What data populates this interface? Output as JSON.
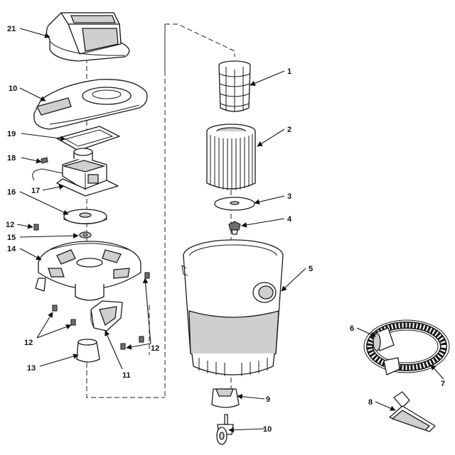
{
  "callouts": {
    "c1": "1",
    "c2": "2",
    "c3": "3",
    "c4": "4",
    "c5": "5",
    "c6": "6",
    "c7": "7",
    "c8": "8",
    "c9": "9",
    "c10": "10",
    "c11": "11",
    "c12a": "12",
    "c12b": "12",
    "c12c": "12",
    "c13": "13",
    "c14": "14",
    "c15": "15",
    "c16": "16",
    "c17": "17",
    "c18": "18",
    "c19": "19",
    "c20": "10",
    "c21": "21"
  }
}
